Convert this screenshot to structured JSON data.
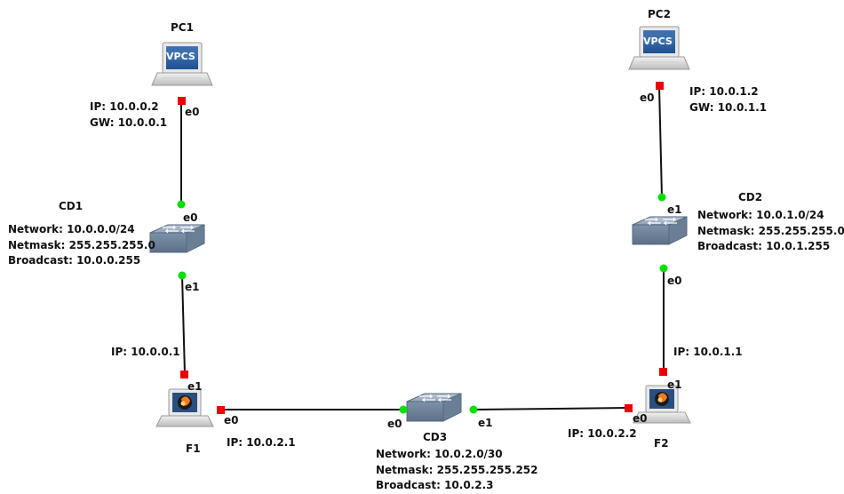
{
  "nodes": {
    "pc1": {
      "name": "PC1",
      "icon": "vpcs-pc-icon",
      "badge": "VPCS",
      "ip": "IP: 10.0.0.2",
      "gw": "GW: 10.0.0.1"
    },
    "pc2": {
      "name": "PC2",
      "icon": "vpcs-pc-icon",
      "badge": "VPCS",
      "ip": "IP: 10.0.1.2",
      "gw": "GW: 10.0.1.1"
    },
    "cd1": {
      "name": "CD1",
      "icon": "ethernet-switch-icon",
      "network": "Network: 10.0.0.0/24",
      "netmask": "Netmask: 255.255.255.0",
      "broadcast": "Broadcast: 10.0.0.255"
    },
    "cd2": {
      "name": "CD2",
      "icon": "ethernet-switch-icon",
      "network": "Network: 10.0.1.0/24",
      "netmask": "Netmask: 255.255.255.0",
      "broadcast": "Broadcast: 10.0.1.255"
    },
    "cd3": {
      "name": "CD3",
      "icon": "ethernet-switch-icon",
      "network": "Network: 10.0.2.0/30",
      "netmask": "Netmask: 255.255.255.252",
      "broadcast": "Broadcast: 10.0.2.3"
    },
    "f1": {
      "name": "F1",
      "icon": "router-host-icon",
      "ip_e1": "IP: 10.0.0.1",
      "ip_e0": "IP: 10.0.2.1"
    },
    "f2": {
      "name": "F2",
      "icon": "router-host-icon",
      "ip_e1": "IP: 10.0.1.1",
      "ip_e0": "IP: 10.0.2.2"
    }
  },
  "links": [
    {
      "from": "PC1",
      "from_port": "e0",
      "to": "CD1",
      "to_port": "e0",
      "from_status": "stopped",
      "to_status": "started"
    },
    {
      "from": "CD1",
      "from_port": "e1",
      "to": "F1",
      "to_port": "e1",
      "from_status": "started",
      "to_status": "stopped"
    },
    {
      "from": "F1",
      "from_port": "e0",
      "to": "CD3",
      "to_port": "e0",
      "from_status": "stopped",
      "to_status": "started"
    },
    {
      "from": "CD3",
      "from_port": "e1",
      "to": "F2",
      "to_port": "e0",
      "from_status": "started",
      "to_status": "stopped"
    },
    {
      "from": "F2",
      "from_port": "e1",
      "to": "CD2",
      "to_port": "e0",
      "from_status": "stopped",
      "to_status": "started"
    },
    {
      "from": "CD2",
      "from_port": "e1",
      "to": "PC2",
      "to_port": "e0",
      "from_status": "started",
      "to_status": "stopped"
    }
  ],
  "colors": {
    "started": "#00e000",
    "stopped": "#ee0000",
    "link": "#111111"
  }
}
